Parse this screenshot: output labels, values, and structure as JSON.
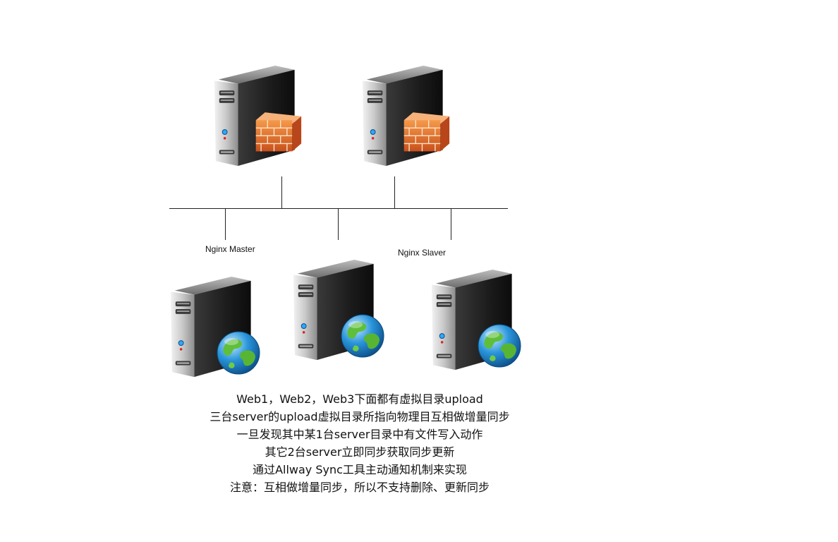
{
  "labels": {
    "nginx_master": "Nginx Master",
    "nginx_slaver": "Nginx Slaver"
  },
  "description": [
    "Web1，Web2，Web3下面都有虚拟目录upload",
    "三台server的upload虚拟目录所指向物理目互相做增量同步",
    "一旦发现其中某1台server目录中有文件写入动作",
    "其它2台server立即同步获取同步更新",
    "通过Allway Sync工具主动通知机制来实现",
    "注意：互相做增量同步，所以不支持删除、更新同步"
  ],
  "colors": {
    "line": "#222222",
    "server_body": "#2a2a2a",
    "server_face": "#c8c8c8",
    "firewall": "#e0662a",
    "globe_water": "#1f8fd6",
    "globe_land": "#5fbf3a"
  },
  "icons": {
    "firewall_server": "server-firewall-icon",
    "web_server": "server-globe-icon"
  }
}
